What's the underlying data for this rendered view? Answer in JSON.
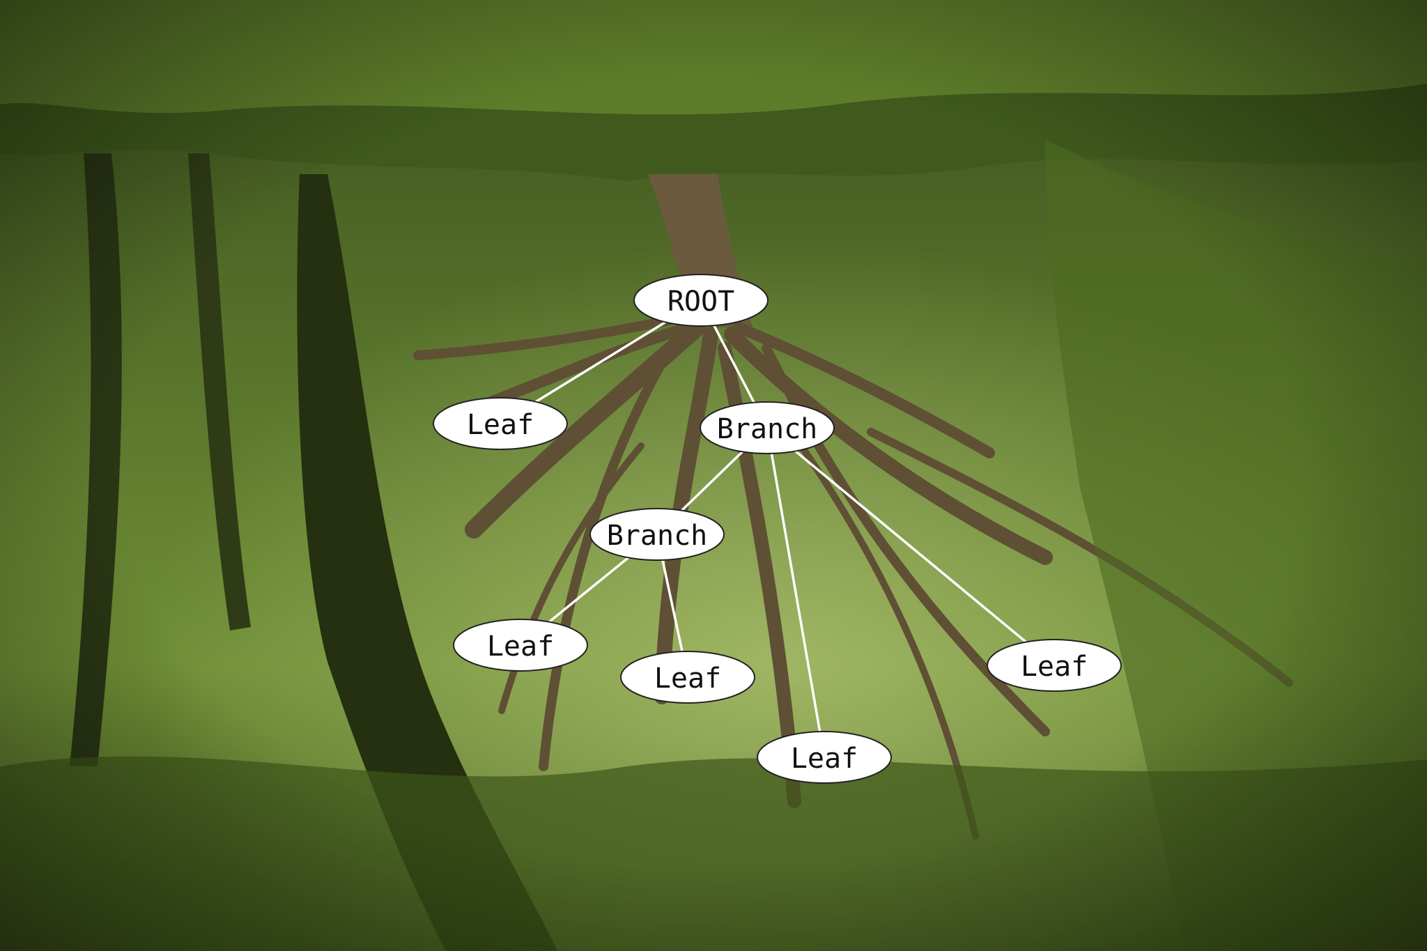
{
  "image": {
    "scene": "upside-down jungle tree photograph",
    "colors": {
      "canopy_light": "#7a9a3c",
      "canopy_dark": "#2c3a16",
      "bark": "#6b5a3e",
      "edge": "#ffffff",
      "node_fill": "#ffffff",
      "node_text": "#111111"
    }
  },
  "tree": {
    "nodes": [
      {
        "id": "root",
        "label": "ROOT"
      },
      {
        "id": "leaf-left",
        "label": "Leaf"
      },
      {
        "id": "branch-1",
        "label": "Branch"
      },
      {
        "id": "branch-2",
        "label": "Branch"
      },
      {
        "id": "leaf-a",
        "label": "Leaf"
      },
      {
        "id": "leaf-b",
        "label": "Leaf"
      },
      {
        "id": "leaf-c",
        "label": "Leaf"
      },
      {
        "id": "leaf-d",
        "label": "Leaf"
      }
    ],
    "edges": [
      {
        "from": "root",
        "to": "leaf-left"
      },
      {
        "from": "root",
        "to": "branch-1"
      },
      {
        "from": "branch-1",
        "to": "branch-2"
      },
      {
        "from": "branch-1",
        "to": "leaf-c"
      },
      {
        "from": "branch-1",
        "to": "leaf-d"
      },
      {
        "from": "branch-2",
        "to": "leaf-a"
      },
      {
        "from": "branch-2",
        "to": "leaf-b"
      }
    ]
  }
}
